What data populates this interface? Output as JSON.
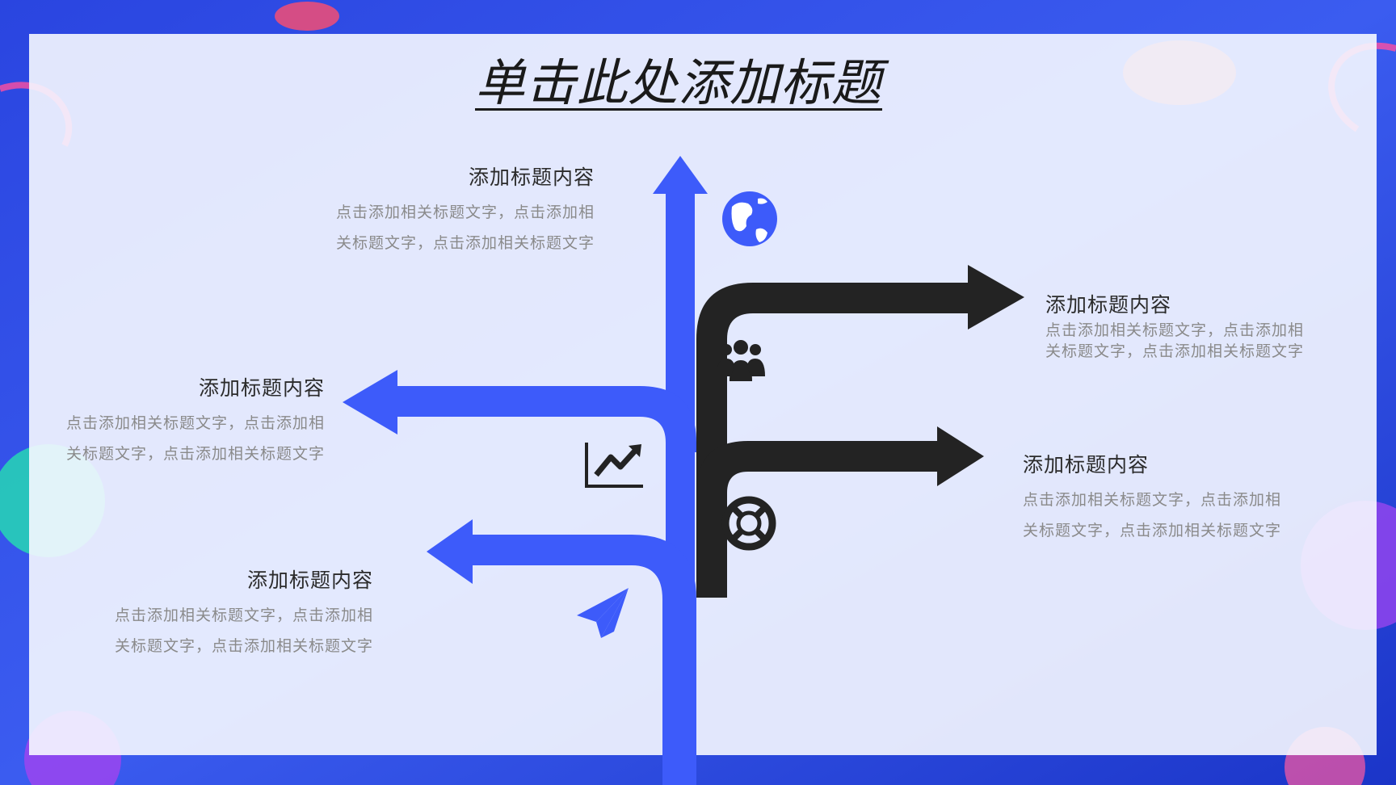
{
  "slide": {
    "title": "单击此处添加标题"
  },
  "colors": {
    "blue": "#3d5bfa",
    "black": "#232323",
    "background": "#1f3fd6"
  },
  "branches": [
    {
      "id": "top-left",
      "color": "blue",
      "icon": "globe-icon",
      "heading": "添加标题内容",
      "body_line1": "点击添加相关标题文字，点击添加相",
      "body_line2": "关标题文字，点击添加相关标题文字"
    },
    {
      "id": "right-upper",
      "color": "black",
      "icon": "users-icon",
      "heading": "添加标题内容",
      "body_line1": "点击添加相关标题文字，点击添加相",
      "body_line2": "关标题文字，点击添加相关标题文字"
    },
    {
      "id": "left-middle",
      "color": "blue",
      "icon": "chart-trend-icon",
      "heading": "添加标题内容",
      "body_line1": "点击添加相关标题文字，点击添加相",
      "body_line2": "关标题文字，点击添加相关标题文字"
    },
    {
      "id": "right-lower",
      "color": "black",
      "icon": "lifebuoy-icon",
      "heading": "添加标题内容",
      "body_line1": "点击添加相关标题文字，点击添加相",
      "body_line2": "关标题文字，点击添加相关标题文字"
    },
    {
      "id": "left-lower",
      "color": "blue",
      "icon": "paper-plane-icon",
      "heading": "添加标题内容",
      "body_line1": "点击添加相关标题文字，点击添加相",
      "body_line2": "关标题文字，点击添加相关标题文字"
    }
  ]
}
